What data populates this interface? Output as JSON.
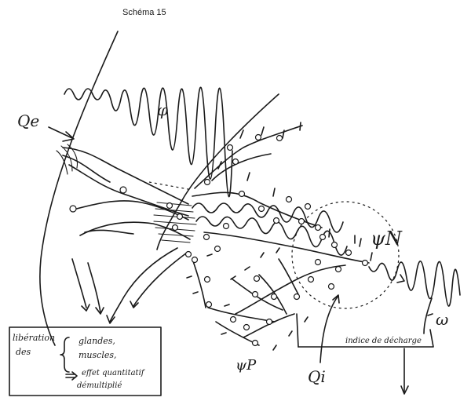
{
  "title": "Schéma 15",
  "labels": {
    "Qe": "Qe",
    "phi": "φ",
    "psiN": "ψN",
    "psiP": "ψP",
    "omega": "ω",
    "Qi": "Qi",
    "indice": "indice de décharge"
  },
  "box": {
    "left1": "libération",
    "left2": "des",
    "lines": [
      "glandes,",
      "muscles,"
    ],
    "arrow_line": "effet quantitatif",
    "last_line": "démultiplié"
  }
}
